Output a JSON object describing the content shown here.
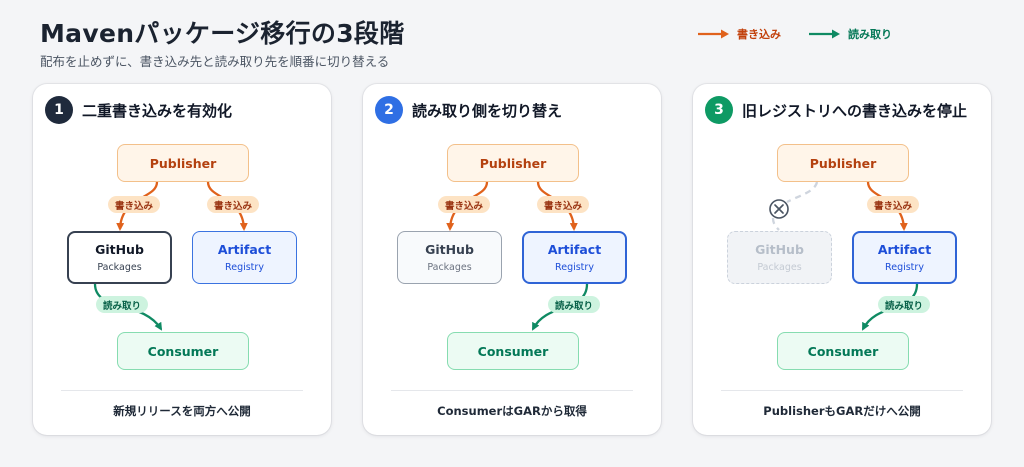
{
  "title": "Mavenパッケージ移行の3段階",
  "subtitle": "配布を止めずに、書き込み先と読み取り先を順番に切り替える",
  "colors": {
    "write": "#e0621c",
    "read": "#0f8a63",
    "step1": "#1f2a3c",
    "step2": "#2f6fe4",
    "step3": "#0e9a64"
  },
  "legend": {
    "write_label": "書き込み",
    "read_label": "読み取り"
  },
  "steps": [
    {
      "number": "1",
      "title": "二重書き込みを有効化",
      "publisher": "Publisher",
      "github": {
        "name": "GitHub",
        "sub": "Packages"
      },
      "artifact": {
        "name": "Artifact",
        "sub": "Registry"
      },
      "consumer": "Consumer",
      "write_chip_left": "書き込み",
      "write_chip_right": "書き込み",
      "read_chip": "読み取り",
      "footer": "新規リリースを両方へ公開"
    },
    {
      "number": "2",
      "title": "読み取り側を切り替え",
      "publisher": "Publisher",
      "github": {
        "name": "GitHub",
        "sub": "Packages"
      },
      "artifact": {
        "name": "Artifact",
        "sub": "Registry"
      },
      "consumer": "Consumer",
      "write_chip_left": "書き込み",
      "write_chip_right": "書き込み",
      "read_chip": "読み取り",
      "footer": "ConsumerはGARから取得"
    },
    {
      "number": "3",
      "title": "旧レジストリへの書き込みを停止",
      "publisher": "Publisher",
      "github": {
        "name": "GitHub",
        "sub": "Packages"
      },
      "artifact": {
        "name": "Artifact",
        "sub": "Registry"
      },
      "consumer": "Consumer",
      "write_chip_right": "書き込み",
      "read_chip": "読み取り",
      "footer": "PublisherもGARだけへ公開"
    }
  ]
}
